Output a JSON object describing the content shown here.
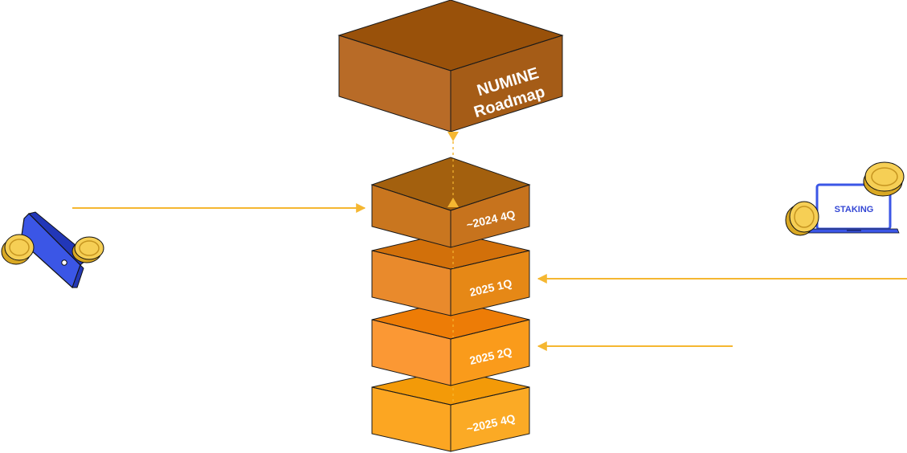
{
  "title": {
    "line1": "NUMINE",
    "line2": "Roadmap"
  },
  "stages": [
    {
      "label": "~2024 4Q"
    },
    {
      "label": "2025 1Q"
    },
    {
      "label": "2025 2Q"
    },
    {
      "label": "~2025 4Q"
    }
  ],
  "staking": {
    "screen_text": "STAKING"
  },
  "colors": {
    "arrow": "#f5b731",
    "title_box": "#b86b27",
    "wallet": "#3b56e6",
    "coin": "#f6cf55",
    "laptop": "#3b56e6"
  },
  "icons": [
    "wallet-icon",
    "coin-icon",
    "laptop-icon"
  ]
}
